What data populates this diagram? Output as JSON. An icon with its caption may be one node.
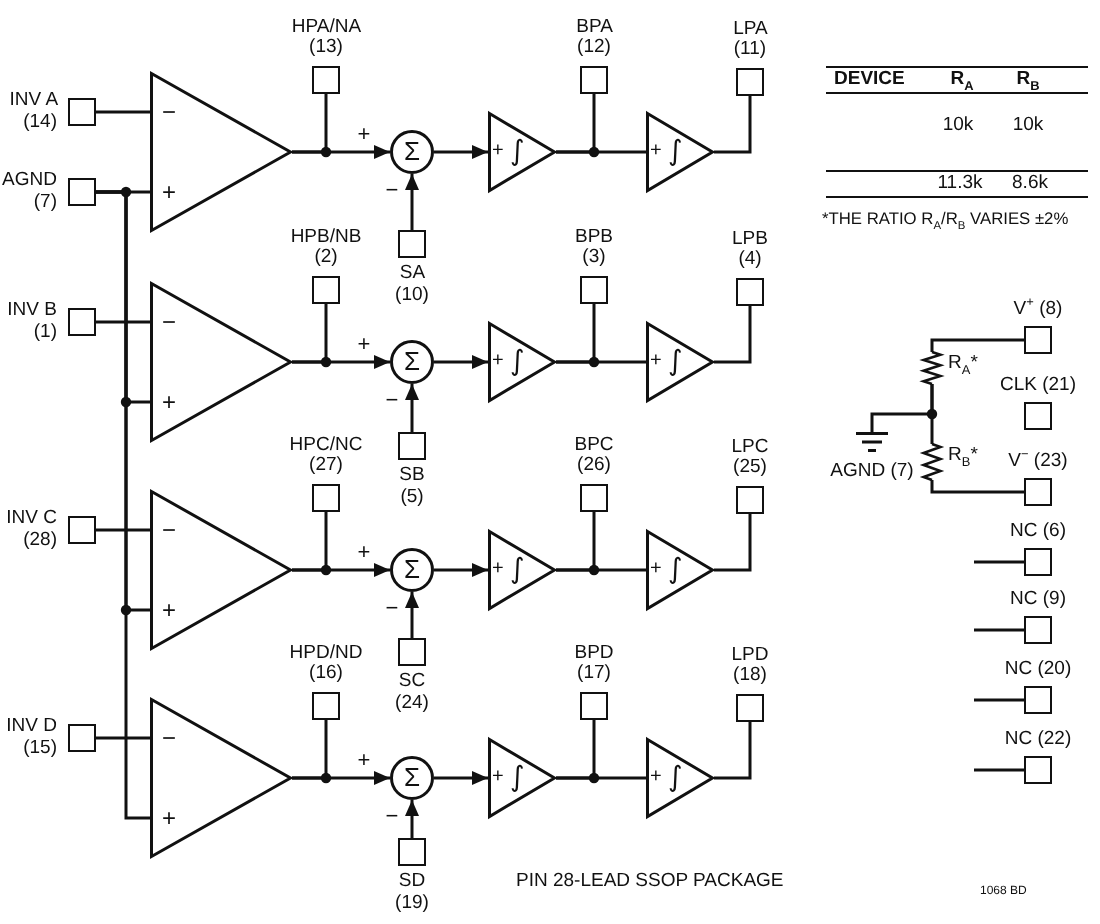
{
  "diagram": {
    "caption": "PIN 28-LEAD SSOP PACKAGE",
    "nodes": [
      {
        "text": [
          "INV A (14)"
        ]
      },
      {
        "text": [
          "AGND (7)"
        ]
      },
      {
        "text": [
          "−",
          "+"
        ]
      },
      {
        "text": [
          "HPA/NA (13)"
        ]
      },
      {
        "text": [
          "Σ"
        ]
      },
      {
        "text": [
          "SA (10)"
        ]
      },
      {
        "text": [
          "+",
          "∫"
        ]
      },
      {
        "text": [
          "BPA (12)"
        ]
      },
      {
        "text": [
          "+",
          "∫"
        ]
      },
      {
        "text": [
          "LPA (11)"
        ]
      },
      {
        "text": [
          "INV B (1)"
        ]
      },
      {
        "text": [
          "−",
          "+"
        ]
      },
      {
        "text": [
          "HPB/NB (2)"
        ]
      },
      {
        "text": [
          "Σ"
        ]
      },
      {
        "text": [
          "SB (5)"
        ]
      },
      {
        "text": [
          "+",
          "∫"
        ]
      },
      {
        "text": [
          "BPB (3)"
        ]
      },
      {
        "text": [
          "+",
          "∫"
        ]
      },
      {
        "text": [
          "LPB (4)"
        ]
      },
      {
        "text": [
          "INV C (28)"
        ]
      },
      {
        "text": [
          "−",
          "+"
        ]
      },
      {
        "text": [
          "HPC/NC (27)"
        ]
      },
      {
        "text": [
          "Σ"
        ]
      },
      {
        "text": [
          "SC (24)"
        ]
      },
      {
        "text": [
          "+",
          "∫"
        ]
      },
      {
        "text": [
          "BPC (26)"
        ]
      },
      {
        "text": [
          "+",
          "∫"
        ]
      },
      {
        "text": [
          "LPC (25)"
        ]
      },
      {
        "text": [
          "INV D (15)"
        ]
      },
      {
        "text": [
          "−",
          "+"
        ]
      },
      {
        "text": [
          "HPD/ND (16)"
        ]
      },
      {
        "text": [
          "Σ"
        ]
      },
      {
        "text": [
          "SD (19)"
        ]
      },
      {
        "text": [
          "+",
          "∫"
        ]
      },
      {
        "text": [
          "BPD (17)"
        ]
      },
      {
        "text": [
          "+",
          "∫"
        ]
      },
      {
        "text": [
          "LPD (18)"
        ]
      },
      {
        "text": [
          "V$^{+}$ (8)"
        ]
      },
      {
        "text": [
          "CLK (21)"
        ]
      },
      {
        "text": [
          "V$^{−}$ (23)"
        ]
      },
      {
        "text": [
          "NC (6)"
        ]
      },
      {
        "text": [
          "NC (9)"
        ]
      },
      {
        "text": [
          "NC (20)"
        ]
      },
      {
        "text": [
          "NC (22)"
        ]
      },
      {
        "text": [],
        "shape": "resistor",
        "beside": [
          "R$_{A}$*"
        ]
      },
      {
        "text": [],
        "shape": "resistor",
        "beside": [
          "R$_{B}$*"
        ]
      },
      {
        "text": [],
        "shape": "ground",
        "beside": [
          "AGND (7)"
        ]
      }
    ],
    "edges": [
      {
        "from": 0,
        "to": 2,
        "arrow": "none"
      },
      {
        "from": 1,
        "to": 2,
        "arrow": "none"
      },
      {
        "from": 2,
        "to": 3,
        "arrow": "none"
      },
      {
        "from": 2,
        "to": 4,
        "arrow": "to",
        "label": "+"
      },
      {
        "from": 5,
        "to": 4,
        "arrow": "to",
        "label": "−"
      },
      {
        "from": 4,
        "to": 6,
        "arrow": "to"
      },
      {
        "from": 6,
        "to": 7,
        "arrow": "none"
      },
      {
        "from": 6,
        "to": 8,
        "arrow": "none"
      },
      {
        "from": 8,
        "to": 9,
        "arrow": "none"
      },
      {
        "from": 10,
        "to": 11,
        "arrow": "none"
      },
      {
        "from": 1,
        "to": 11,
        "arrow": "none"
      },
      {
        "from": 11,
        "to": 12,
        "arrow": "none"
      },
      {
        "from": 11,
        "to": 13,
        "arrow": "to",
        "label": "+"
      },
      {
        "from": 14,
        "to": 13,
        "arrow": "to",
        "label": "−"
      },
      {
        "from": 13,
        "to": 15,
        "arrow": "to"
      },
      {
        "from": 15,
        "to": 16,
        "arrow": "none"
      },
      {
        "from": 15,
        "to": 17,
        "arrow": "none"
      },
      {
        "from": 17,
        "to": 18,
        "arrow": "none"
      },
      {
        "from": 19,
        "to": 20,
        "arrow": "none"
      },
      {
        "from": 1,
        "to": 20,
        "arrow": "none"
      },
      {
        "from": 20,
        "to": 21,
        "arrow": "none"
      },
      {
        "from": 20,
        "to": 22,
        "arrow": "to",
        "label": "+"
      },
      {
        "from": 23,
        "to": 22,
        "arrow": "to",
        "label": "−"
      },
      {
        "from": 22,
        "to": 24,
        "arrow": "to"
      },
      {
        "from": 24,
        "to": 25,
        "arrow": "none"
      },
      {
        "from": 24,
        "to": 26,
        "arrow": "none"
      },
      {
        "from": 26,
        "to": 27,
        "arrow": "none"
      },
      {
        "from": 28,
        "to": 29,
        "arrow": "none"
      },
      {
        "from": 1,
        "to": 29,
        "arrow": "none"
      },
      {
        "from": 29,
        "to": 30,
        "arrow": "none"
      },
      {
        "from": 29,
        "to": 31,
        "arrow": "to",
        "label": "+"
      },
      {
        "from": 32,
        "to": 31,
        "arrow": "to",
        "label": "−"
      },
      {
        "from": 31,
        "to": 33,
        "arrow": "to"
      },
      {
        "from": 33,
        "to": 34,
        "arrow": "none"
      },
      {
        "from": 33,
        "to": 35,
        "arrow": "none"
      },
      {
        "from": 35,
        "to": 36,
        "arrow": "none"
      },
      {
        "from": 37,
        "to": 44,
        "arrow": "none"
      },
      {
        "from": 44,
        "to": 45,
        "arrow": "none"
      },
      {
        "from": 44,
        "to": 46,
        "arrow": "none"
      },
      {
        "from": 45,
        "to": 39,
        "arrow": "none"
      },
      {
        "from": 40,
        "to": null,
        "arrow": "none"
      },
      {
        "from": 41,
        "to": null,
        "arrow": "none"
      },
      {
        "from": 42,
        "to": null,
        "arrow": "none"
      },
      {
        "from": 43,
        "to": null,
        "arrow": "none"
      }
    ],
    "labels": [
      "DEVICE",
      "R$_{A}$",
      "R$_{B}$",
      "10k",
      "10k",
      "11.3k",
      "8.6k",
      "*THE RATIO R$_{A}$/R$_{B}$ VARIES ±2%",
      "1068 BD"
    ]
  }
}
